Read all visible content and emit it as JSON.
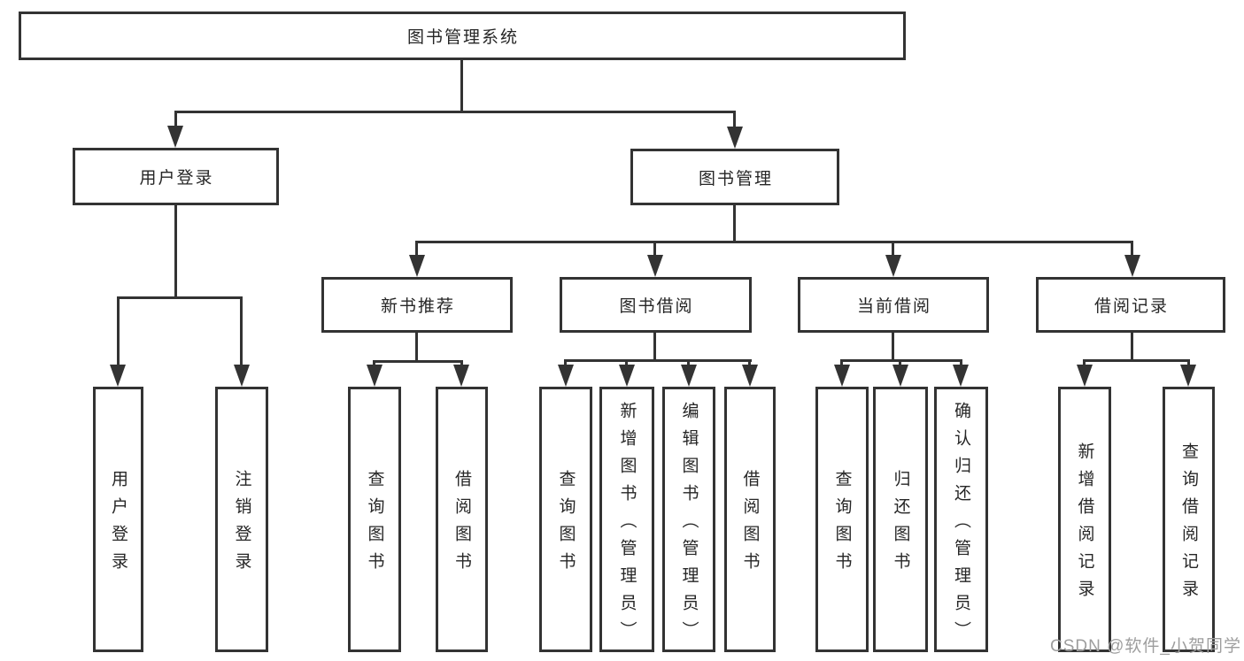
{
  "colors": {
    "line": "#333333",
    "background": "#ffffff",
    "text": "#262626",
    "watermark": "#9e9e9e"
  },
  "tree": {
    "root": "图书管理系统",
    "branches": [
      {
        "label": "用户登录",
        "children": [
          "用户登录",
          "注销登录"
        ]
      },
      {
        "label": "图书管理",
        "sections": [
          {
            "label": "新书推荐",
            "children": [
              "查询图书",
              "借阅图书"
            ]
          },
          {
            "label": "图书借阅",
            "children": [
              "查询图书",
              "新增图书（管理员）",
              "编辑图书（管理员）",
              "借阅图书"
            ]
          },
          {
            "label": "当前借阅",
            "children": [
              "查询图书",
              "归还图书",
              "确认归还（管理员）"
            ]
          },
          {
            "label": "借阅记录",
            "children": [
              "新增借阅记录",
              "查询借阅记录"
            ]
          }
        ]
      }
    ]
  },
  "watermark": "CSDN @软件_小贺同学"
}
